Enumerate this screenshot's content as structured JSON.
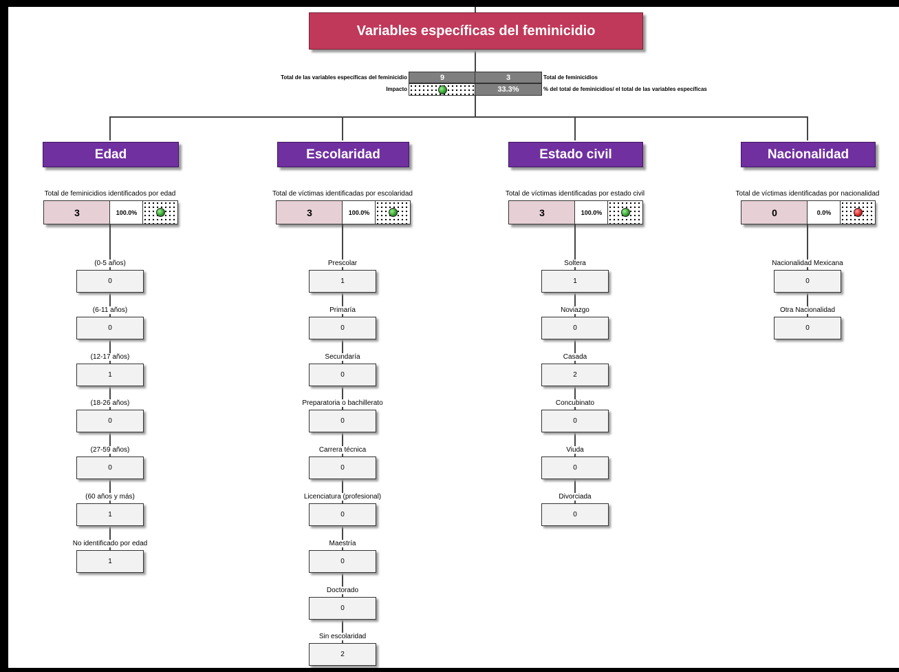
{
  "title": "Variables específicas del feminicidio",
  "summary": {
    "total_variables_label": "Total de las variables específicas del feminicidio",
    "total_variables_value": "9",
    "total_feminicidios_value": "3",
    "total_feminicidios_label": "Total de feminicidios",
    "impact_label": "Impacto",
    "impact_status": "green",
    "impact_percent": "33.3%",
    "impact_percent_label": "% del total de feminicidios/ el total de las variables específicas"
  },
  "categories": [
    {
      "title": "Edad",
      "total_label": "Total de feminicidios identificados por edad",
      "total": "3",
      "percent": "100.0%",
      "status": "green",
      "items": [
        {
          "label": "(0-5 años)",
          "value": "0"
        },
        {
          "label": "(6-11 años)",
          "value": "0"
        },
        {
          "label": "(12-17 años)",
          "value": "1"
        },
        {
          "label": "(18-26 años)",
          "value": "0"
        },
        {
          "label": "(27-59 años)",
          "value": "0"
        },
        {
          "label": "(60 años y más)",
          "value": "1"
        },
        {
          "label": "No identificado por edad",
          "value": "1"
        }
      ]
    },
    {
      "title": "Escolaridad",
      "total_label": "Total de víctimas identificadas por escolaridad",
      "total": "3",
      "percent": "100.0%",
      "status": "green",
      "items": [
        {
          "label": "Prescolar",
          "value": "1"
        },
        {
          "label": "Primaría",
          "value": "0"
        },
        {
          "label": "Secundaría",
          "value": "0"
        },
        {
          "label": "Preparatoria o bachillerato",
          "value": "0"
        },
        {
          "label": "Carrera técnica",
          "value": "0"
        },
        {
          "label": "Licenciatura (profesional)",
          "value": "0"
        },
        {
          "label": "Maestría",
          "value": "0"
        },
        {
          "label": "Doctorado",
          "value": "0"
        },
        {
          "label": "Sin escolaridad",
          "value": "2"
        }
      ]
    },
    {
      "title": "Estado civil",
      "total_label": "Total de víctimas identificadas por estado civil",
      "total": "3",
      "percent": "100.0%",
      "status": "green",
      "items": [
        {
          "label": "Soltera",
          "value": "1"
        },
        {
          "label": "Noviazgo",
          "value": "0"
        },
        {
          "label": "Casada",
          "value": "2"
        },
        {
          "label": "Concubinato",
          "value": "0"
        },
        {
          "label": "Viuda",
          "value": "0"
        },
        {
          "label": "Divorciada",
          "value": "0"
        }
      ]
    },
    {
      "title": "Nacionalidad",
      "total_label": "Total de víctimas identificadas por nacionalidad",
      "total": "0",
      "percent": "0.0%",
      "status": "red",
      "items": [
        {
          "label": "Nacionalidad Mexicana",
          "value": "0"
        },
        {
          "label": "Otra Nacionalidad",
          "value": "0"
        }
      ]
    }
  ]
}
